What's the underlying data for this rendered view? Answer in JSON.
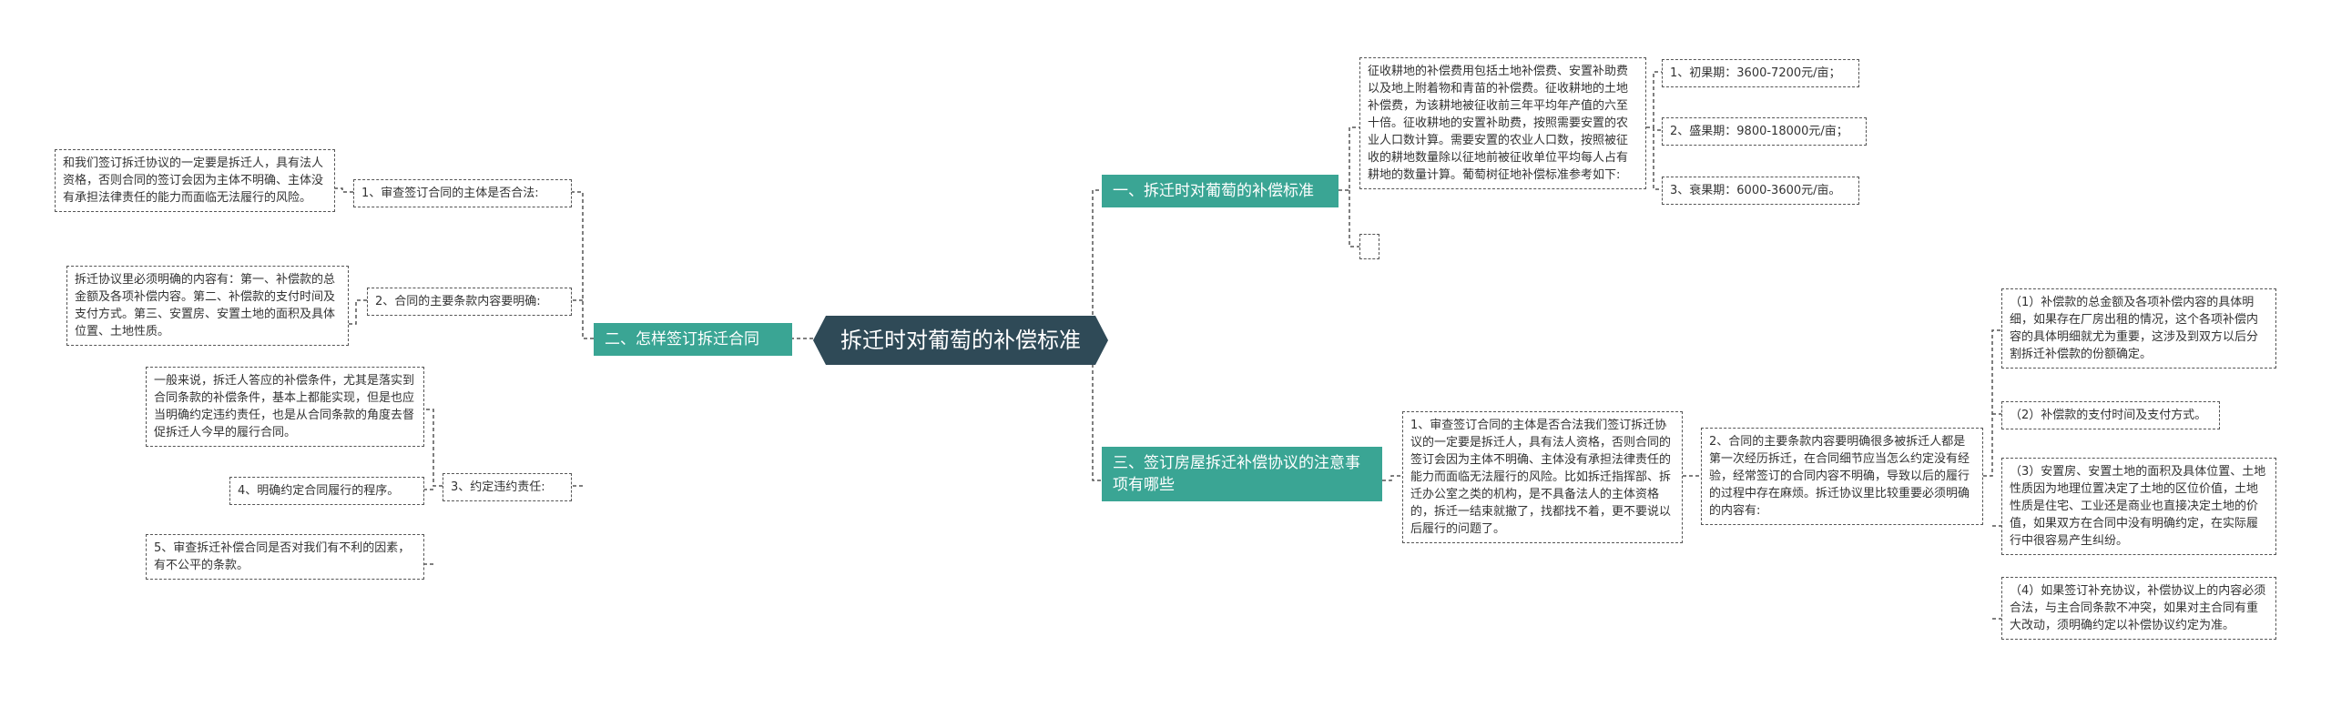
{
  "root": {
    "label": "拆迁时对葡萄的补偿标准"
  },
  "branches": {
    "b1": {
      "label": "一、拆迁时对葡萄的补偿标准",
      "intro": "征收耕地的补偿费用包括土地补偿费、安置补助费以及地上附着物和青苗的补偿费。征收耕地的土地补偿费，为该耕地被征收前三年平均年产值的六至十倍。征收耕地的安置补助费，按照需要安置的农业人口数计算。需要安置的农业人口数，按照被征收的耕地数量除以征地前被征收单位平均每人占有耕地的数量计算。葡萄树征地补偿标准参考如下:",
      "periods": [
        "1、初果期：3600-7200元/亩；",
        "2、盛果期：9800-18000元/亩；",
        "3、衰果期：6000-3600元/亩。"
      ],
      "empty": ""
    },
    "b2": {
      "label": "二、怎样签订拆迁合同",
      "items": [
        {
          "label": "1、审查签订合同的主体是否合法:",
          "detail": "和我们签订拆迁协议的一定要是拆迁人，具有法人资格，否则合同的签订会因为主体不明确、主体没有承担法律责任的能力而面临无法履行的风险。"
        },
        {
          "label": "2、合同的主要条款内容要明确:",
          "detail": "拆迁协议里必须明确的内容有：第一、补偿款的总金额及各项补偿内容。第二、补偿款的支付时间及支付方式。第三、安置房、安置土地的面积及具体位置、土地性质。"
        },
        {
          "label": "3、约定违约责任:",
          "detail": "一般来说，拆迁人答应的补偿条件，尤其是落实到合同条款的补偿条件，基本上都能实现，但是也应当明确约定违约责任，也是从合同条款的角度去督促拆迁人今早的履行合同。"
        }
      ],
      "extra4": "4、明确约定合同履行的程序。",
      "extra5": "5、审查拆迁补偿合同是否对我们有不利的因素，有不公平的条款。"
    },
    "b3": {
      "label": "三、签订房屋拆迁补偿协议的注意事项有哪些",
      "item1": "1、审查签订合同的主体是否合法我们签订拆迁协议的一定要是拆迁人，具有法人资格，否则合同的签订会因为主体不明确、主体没有承担法律责任的能力而面临无法履行的风险。比如拆迁指挥部、拆迁办公室之类的机构，是不具备法人的主体资格的，拆迁一结束就撤了，找都找不着，更不要说以后履行的问题了。",
      "item2": "2、合同的主要条款内容要明确很多被拆迁人都是第一次经历拆迁，在合同细节应当怎么约定没有经验，经常签订的合同内容不明确，导致以后的履行的过程中存在麻烦。拆迁协议里比较重要必须明确的内容有:",
      "subitems": [
        "（1）补偿款的总金额及各项补偿内容的具体明细，如果存在厂房出租的情况，这个各项补偿内容的具体明细就尤为重要，这涉及到双方以后分割拆迁补偿款的份额确定。",
        "（2）补偿款的支付时间及支付方式。",
        "（3）安置房、安置土地的面积及具体位置、土地性质因为地理位置决定了土地的区位价值，土地性质是住宅、工业还是商业也直接决定土地的价值，如果双方在合同中没有明确约定，在实际履行中很容易产生纠纷。",
        "（4）如果签订补充协议，补偿协议上的内容必须合法，与主合同条款不冲突，如果对主合同有重大改动，须明确约定以补偿协议约定为准。"
      ]
    }
  },
  "colors": {
    "root": "#2f4a57",
    "branch": "#3aa594",
    "line": "#555555"
  }
}
